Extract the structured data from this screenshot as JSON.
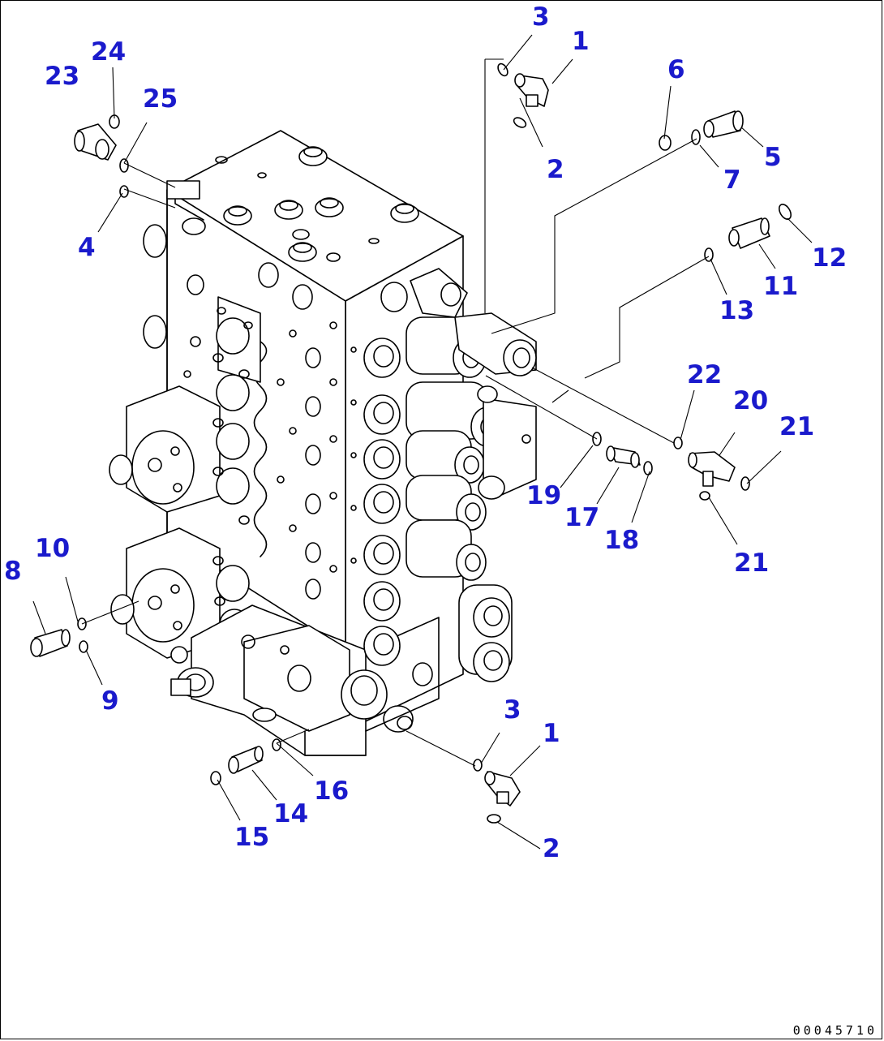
{
  "callouts": [
    {
      "id": "c3a",
      "label": "3"
    },
    {
      "id": "c1a",
      "label": "1"
    },
    {
      "id": "c2a",
      "label": "2"
    },
    {
      "id": "c6",
      "label": "6"
    },
    {
      "id": "c5",
      "label": "5"
    },
    {
      "id": "c7",
      "label": "7"
    },
    {
      "id": "c24",
      "label": "24"
    },
    {
      "id": "c23",
      "label": "23"
    },
    {
      "id": "c25",
      "label": "25"
    },
    {
      "id": "c4",
      "label": "4"
    },
    {
      "id": "c12",
      "label": "12"
    },
    {
      "id": "c11",
      "label": "11"
    },
    {
      "id": "c13",
      "label": "13"
    },
    {
      "id": "c22",
      "label": "22"
    },
    {
      "id": "c20",
      "label": "20"
    },
    {
      "id": "c21a",
      "label": "21"
    },
    {
      "id": "c21b",
      "label": "21"
    },
    {
      "id": "c19",
      "label": "19"
    },
    {
      "id": "c17",
      "label": "17"
    },
    {
      "id": "c18",
      "label": "18"
    },
    {
      "id": "c10",
      "label": "10"
    },
    {
      "id": "c8",
      "label": "8"
    },
    {
      "id": "c9",
      "label": "9"
    },
    {
      "id": "c3b",
      "label": "3"
    },
    {
      "id": "c1b",
      "label": "1"
    },
    {
      "id": "c16",
      "label": "16"
    },
    {
      "id": "c14",
      "label": "14"
    },
    {
      "id": "c15",
      "label": "15"
    },
    {
      "id": "c2b",
      "label": "2"
    }
  ],
  "drawing_number": "00045710",
  "colors": {
    "callout": "#1a1acc",
    "line": "#000000",
    "background": "#ffffff"
  }
}
